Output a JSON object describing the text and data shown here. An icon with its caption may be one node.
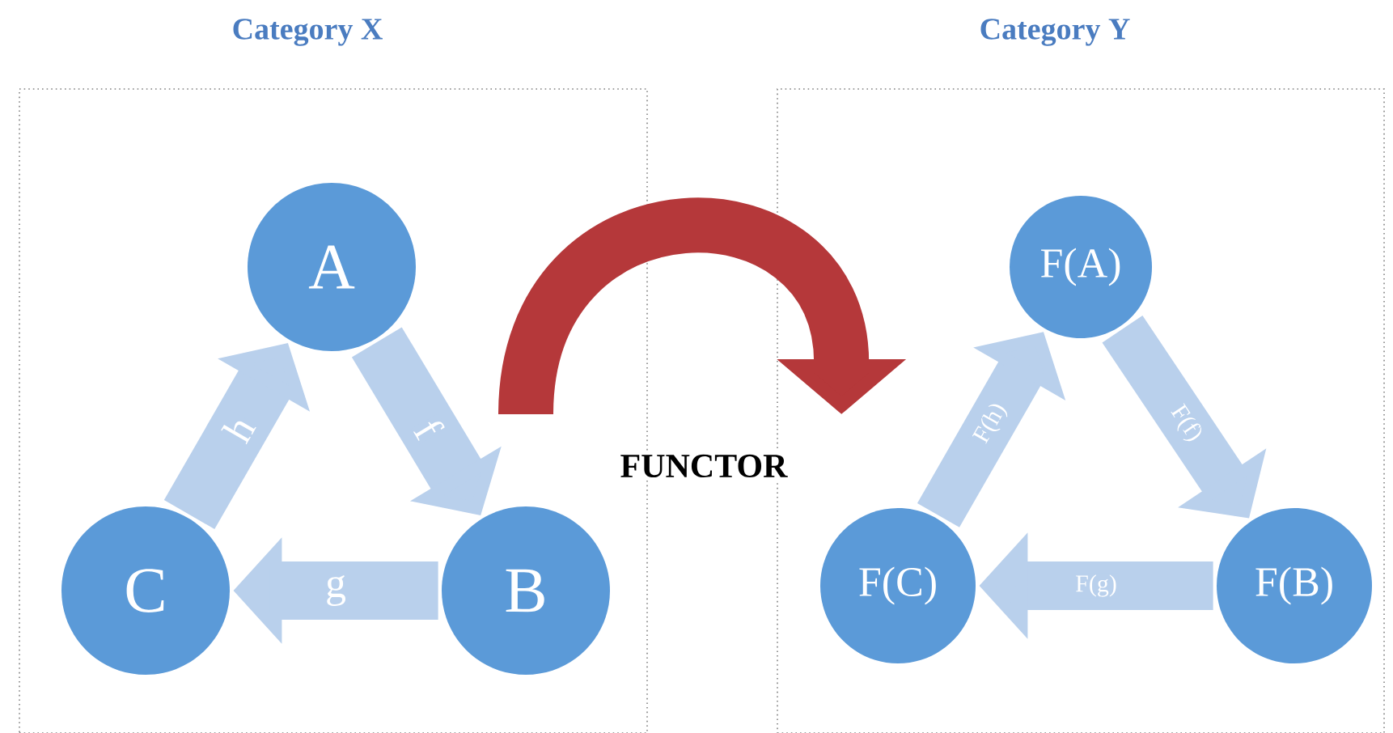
{
  "diagram": {
    "nodes": [
      {
        "text": [
          "Category X"
        ]
      },
      {
        "text": [
          "A"
        ],
        "in": 0
      },
      {
        "text": [
          "B"
        ],
        "in": 0
      },
      {
        "text": [
          "C"
        ],
        "in": 0
      },
      {
        "text": [
          "Category Y"
        ]
      },
      {
        "text": [
          "F(A)"
        ],
        "in": 4
      },
      {
        "text": [
          "F(B)"
        ],
        "in": 4
      },
      {
        "text": [
          "F(C)"
        ],
        "in": 4
      }
    ],
    "edges": [
      {
        "from": 1,
        "to": 2,
        "arrow": "to",
        "label": "f"
      },
      {
        "from": 2,
        "to": 3,
        "arrow": "to",
        "label": "g"
      },
      {
        "from": 3,
        "to": 1,
        "arrow": "to",
        "label": "h"
      },
      {
        "from": 5,
        "to": 6,
        "arrow": "to",
        "label": "F(f)"
      },
      {
        "from": 6,
        "to": 7,
        "arrow": "to",
        "label": "F(g)"
      },
      {
        "from": 7,
        "to": 5,
        "arrow": "to",
        "label": "F(h)"
      },
      {
        "from": null,
        "to": 4,
        "arrow": "to",
        "label": "FUNCTOR",
        "color": "#b5383a"
      }
    ]
  }
}
